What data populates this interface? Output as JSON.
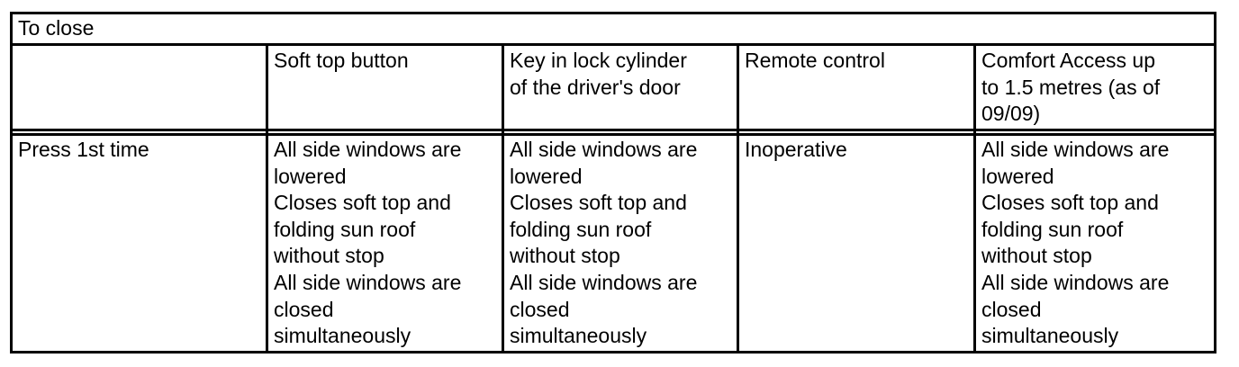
{
  "table": {
    "title": "To close",
    "columns": [
      "",
      "Soft top button",
      "Key in lock cylinder\nof the driver's door",
      "Remote control",
      "Comfort Access up\nto 1.5 metres (as of\n09/09)"
    ],
    "rows": [
      {
        "label": "Press 1st time",
        "cells": [
          "All side windows are\nlowered\nCloses soft top and\nfolding sun roof\nwithout stop\nAll side windows are\nclosed\nsimultaneously",
          "All side windows are\nlowered\nCloses soft top and\nfolding sun roof\nwithout stop\nAll side windows are\nclosed\nsimultaneously",
          "Inoperative",
          "All side windows are\nlowered\nCloses soft top and\nfolding sun roof\nwithout stop\nAll side windows are\nclosed\nsimultaneously"
        ]
      }
    ]
  }
}
